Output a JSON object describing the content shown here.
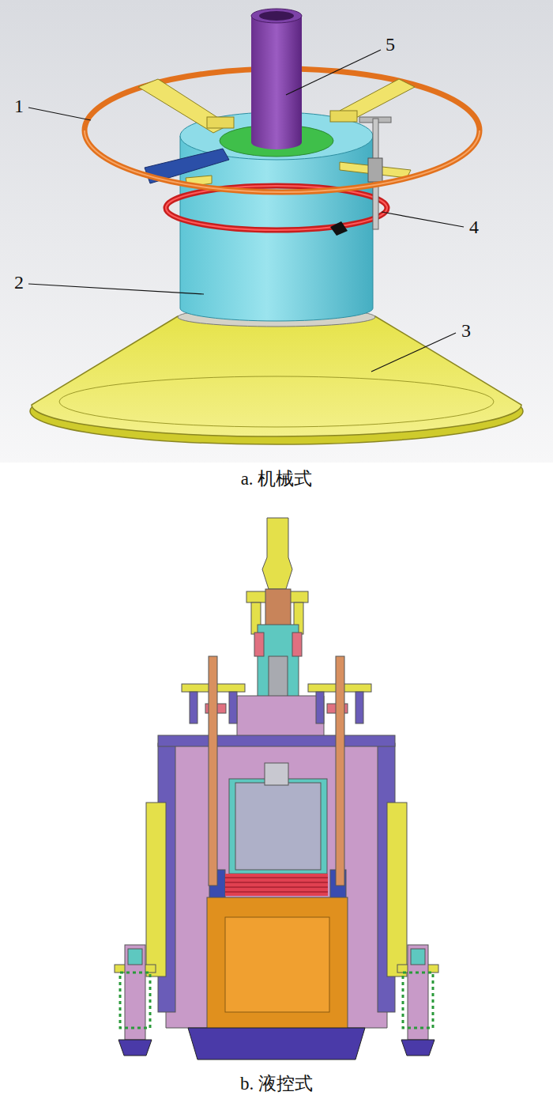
{
  "diagram": {
    "labels": [
      "1",
      "2",
      "3",
      "4",
      "5",
      "a. 机械式",
      "b. 液控式"
    ]
  }
}
